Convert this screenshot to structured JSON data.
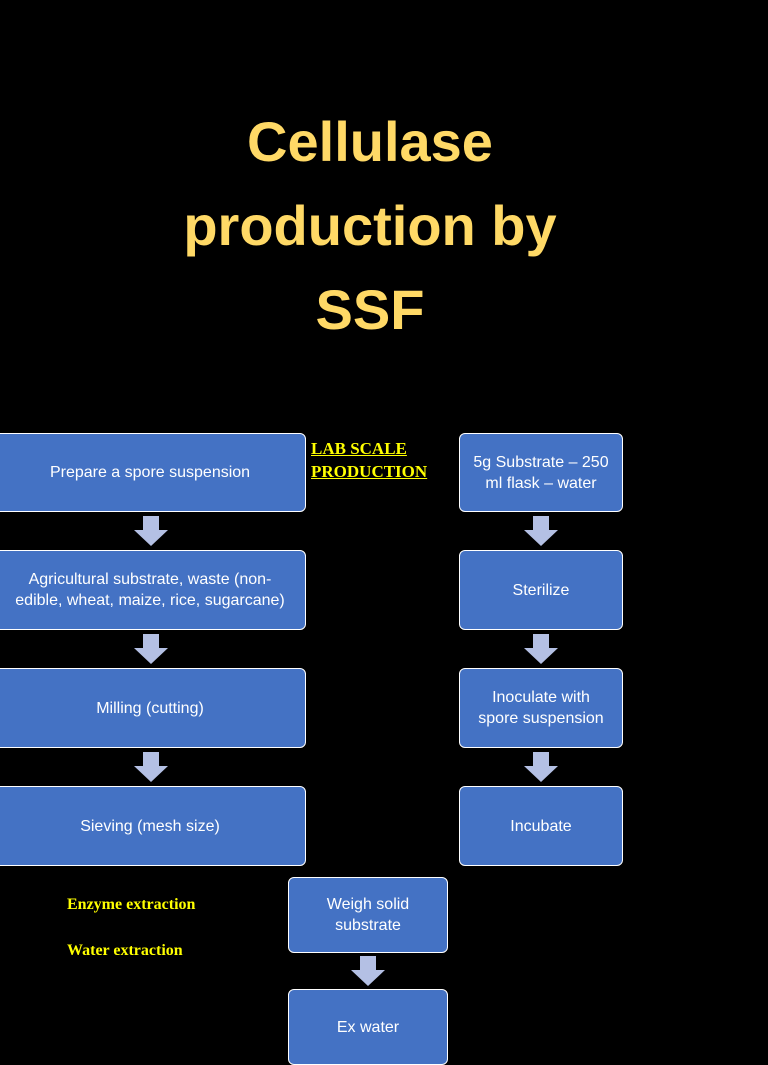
{
  "title": {
    "line1": "Cellulase",
    "line2": "production by",
    "line3": "SSF"
  },
  "lab_scale": {
    "line1": "LAB SCALE",
    "line2": "PRODUCTION"
  },
  "left_column": [
    "Prepare a spore suspension",
    "Agricultural substrate, waste (non-edible, wheat, maize, rice, sugarcane)",
    "Milling (cutting)",
    "Sieving (mesh size)"
  ],
  "right_column": [
    "5g Substrate – 250 ml flask – water",
    "Sterilize",
    "Inoculate with spore suspension",
    "Incubate"
  ],
  "center_column": [
    "Weigh solid substrate",
    "Ex water"
  ],
  "side_labels": {
    "enzyme_extraction": "Enzyme extraction",
    "water_extraction": "Water extraction"
  },
  "colors": {
    "background": "#000000",
    "title": "#ffd966",
    "box_fill": "#4472c4",
    "box_border": "#ffffff",
    "arrow_fill": "#b4c0e4",
    "label": "#ffff00"
  }
}
